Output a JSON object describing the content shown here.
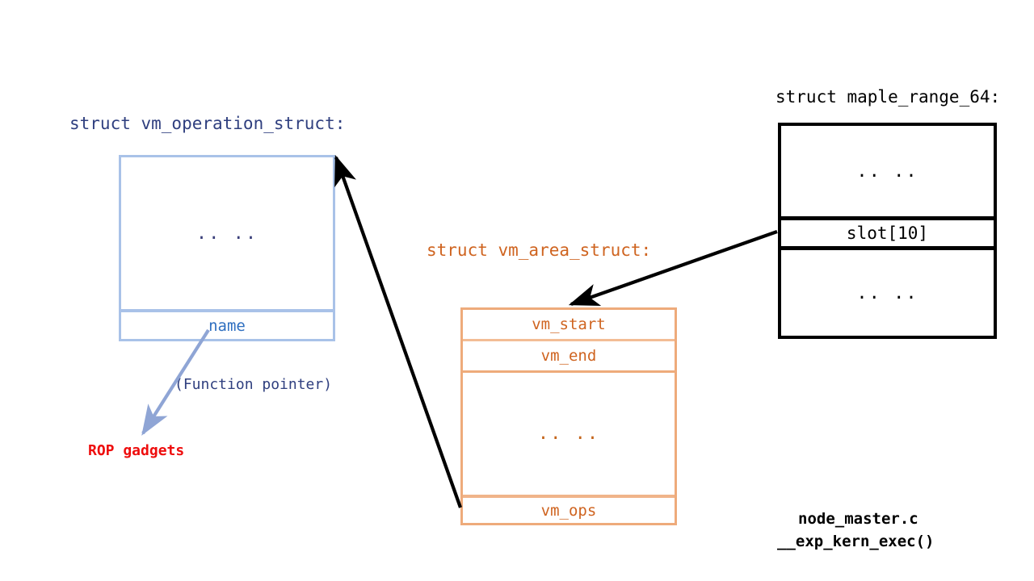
{
  "diagram": {
    "background": "#ffffff",
    "colors": {
      "blue_struct": "#2f3f7f",
      "blue_border": "#a9c2e8",
      "blue_field": "#2f6fc0",
      "orange_struct": "#cf6420",
      "orange_border": "#eeab7b",
      "black": "#000000",
      "red": "#ee0d0d",
      "arrow_blue": "#8fa5d5"
    }
  },
  "vm_operation_struct": {
    "title": "struct vm_operation_struct:",
    "rows": [
      {
        "label": ".. ..",
        "kind": "ellipsis"
      },
      {
        "label": "name",
        "kind": "field"
      }
    ],
    "ellipsis": ".. ..",
    "name_field": "name"
  },
  "vm_area_struct": {
    "title": "struct vm_area_struct:",
    "rows": [
      {
        "label": "vm_start",
        "kind": "field"
      },
      {
        "label": "vm_end",
        "kind": "field"
      },
      {
        "label": ".. ..",
        "kind": "ellipsis"
      },
      {
        "label": "vm_ops",
        "kind": "field"
      }
    ],
    "vm_start": "vm_start",
    "vm_end": "vm_end",
    "ellipsis": ".. ..",
    "vm_ops": "vm_ops"
  },
  "maple_range_64": {
    "title": "struct maple_range_64:",
    "rows": [
      {
        "label": ".. ..",
        "kind": "ellipsis"
      },
      {
        "label": "slot[10]",
        "kind": "field"
      },
      {
        "label": ".. ..",
        "kind": "ellipsis"
      }
    ],
    "ellipsis_top": ".. ..",
    "slot": "slot[10]",
    "ellipsis_bottom": ".. .."
  },
  "annotations": {
    "function_pointer": "(Function pointer)",
    "rop_gadgets": "ROP gadgets",
    "source_file": "node_master.c",
    "source_symbol": "__exp_kern_exec()"
  },
  "arrows": [
    {
      "name": "name-to-rop-gadgets",
      "from": "vm_operation_struct.name",
      "to": "annotations.rop_gadgets",
      "color": "#8fa5d5"
    },
    {
      "name": "vm-ops-to-vm-operation-struct",
      "from": "vm_area_struct.vm_ops",
      "to": "vm_operation_struct",
      "color": "#000000"
    },
    {
      "name": "slot-to-vm-start",
      "from": "maple_range_64.slot",
      "to": "vm_area_struct.vm_start",
      "color": "#000000"
    }
  ]
}
